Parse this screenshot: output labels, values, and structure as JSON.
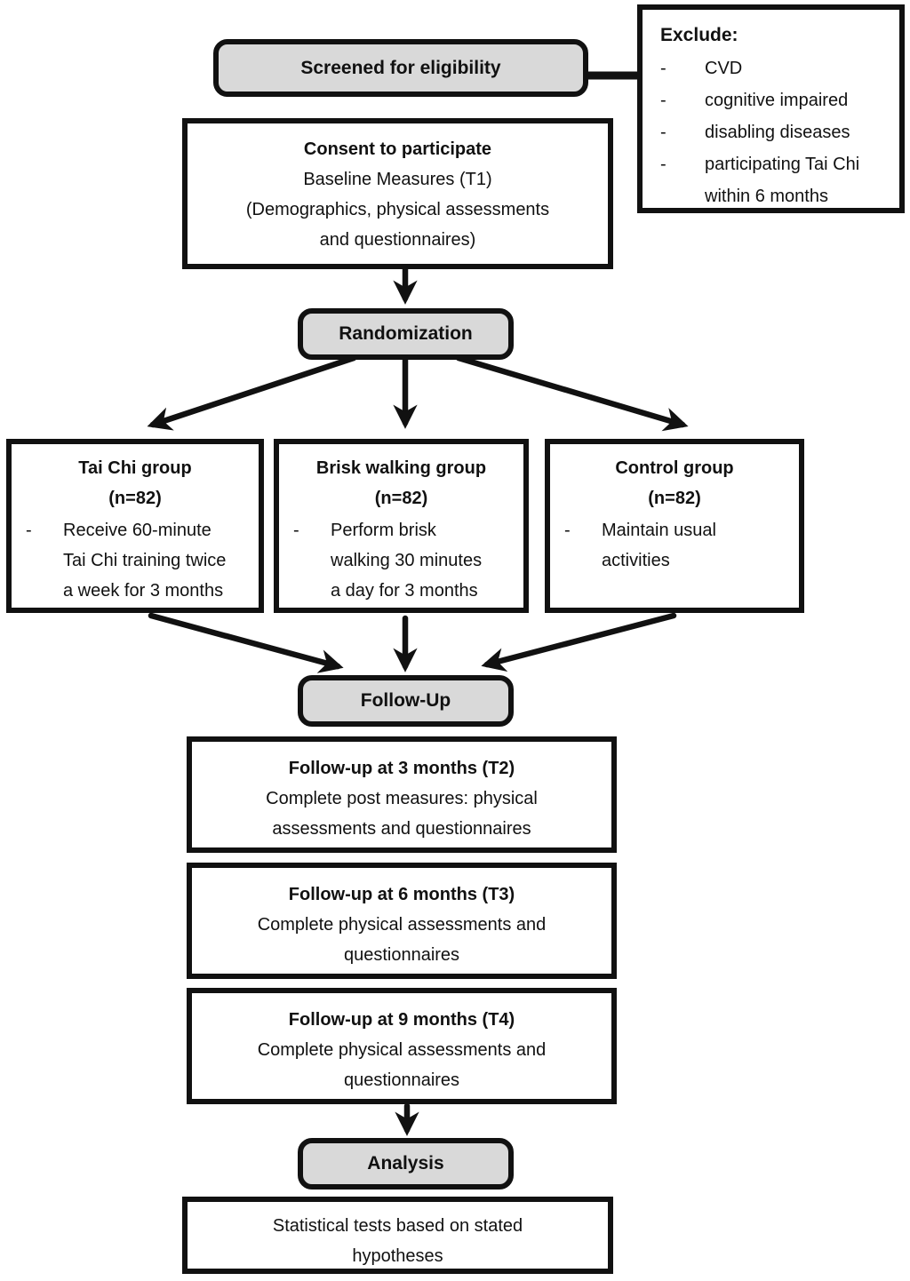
{
  "diagram": {
    "bullet_char": "-",
    "colors": {
      "node_fill_gray": "#d9d9d9",
      "border_black": "#111111",
      "background": "#ffffff"
    },
    "screened": {
      "label": "Screened for eligibility"
    },
    "exclude": {
      "title": "Exclude:",
      "items": [
        {
          "lines": [
            "CVD"
          ]
        },
        {
          "lines": [
            "cognitive impaired"
          ]
        },
        {
          "lines": [
            "disabling diseases"
          ]
        },
        {
          "lines": [
            "participating Tai Chi",
            "within 6 months"
          ]
        }
      ]
    },
    "consent": {
      "title": "Consent to participate",
      "lines": [
        "Baseline Measures (T1)",
        "(Demographics, physical assessments",
        "and questionnaires)"
      ]
    },
    "randomization": {
      "label": "Randomization"
    },
    "groups": [
      {
        "title": "Tai Chi group",
        "n": "(n=82)",
        "bullet_lines": [
          "Receive 60-minute",
          "Tai Chi training twice",
          "a week for 3 months"
        ]
      },
      {
        "title": "Brisk walking group",
        "n": "(n=82)",
        "bullet_lines": [
          "Perform brisk",
          "walking 30 minutes",
          "a day for 3 months"
        ]
      },
      {
        "title": "Control group",
        "n": "(n=82)",
        "bullet_lines": [
          "Maintain usual",
          "activities"
        ]
      }
    ],
    "followup": {
      "label": "Follow-Up"
    },
    "followups": [
      {
        "title": "Follow-up at 3 months (T2)",
        "lines": [
          "Complete post measures: physical",
          "assessments and questionnaires"
        ]
      },
      {
        "title": "Follow-up at 6 months (T3)",
        "lines": [
          "Complete physical assessments and",
          "questionnaires"
        ]
      },
      {
        "title": "Follow-up at 9 months (T4)",
        "lines": [
          "Complete physical assessments and",
          "questionnaires"
        ]
      }
    ],
    "analysis": {
      "label": "Analysis"
    },
    "stats": {
      "lines": [
        "Statistical tests based on stated",
        "hypotheses"
      ]
    }
  }
}
